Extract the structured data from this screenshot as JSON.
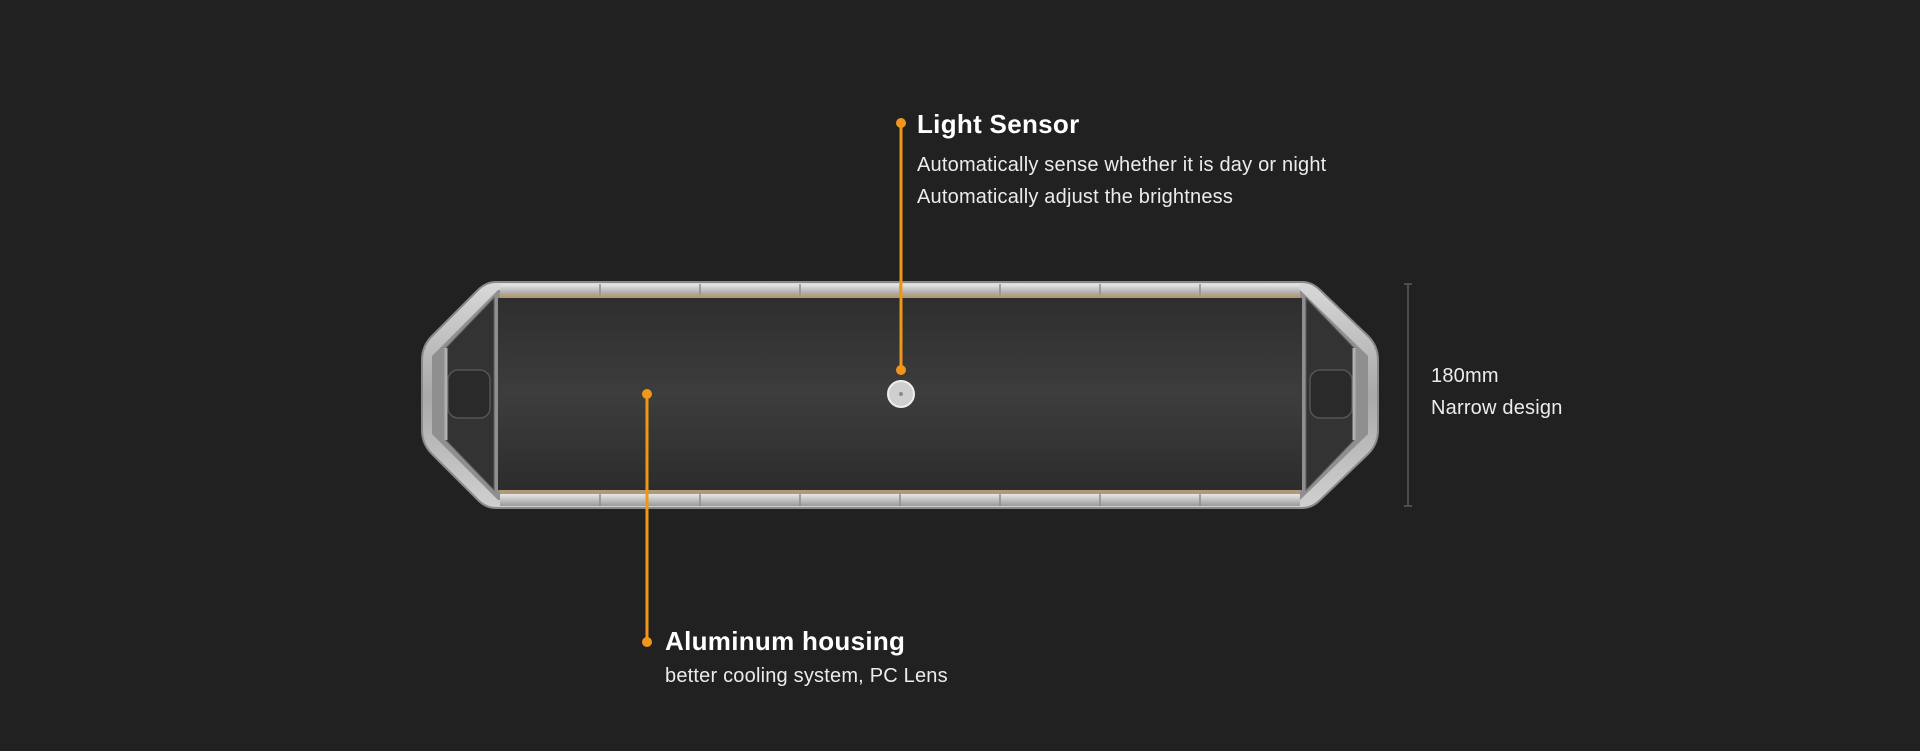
{
  "callouts": {
    "light_sensor": {
      "title": "Light Sensor",
      "lines": [
        "Automatically sense whether it is day or night",
        "Automatically adjust the brightness"
      ]
    },
    "aluminum_housing": {
      "title": "Aluminum housing",
      "lines": [
        "better cooling system, PC Lens"
      ]
    }
  },
  "dimension": {
    "value": "180mm",
    "label": "Narrow design"
  },
  "colors": {
    "background": "#212121",
    "accent": "#f0961a",
    "housing": "#3a3a3a",
    "frame": "#bdbdbd"
  }
}
